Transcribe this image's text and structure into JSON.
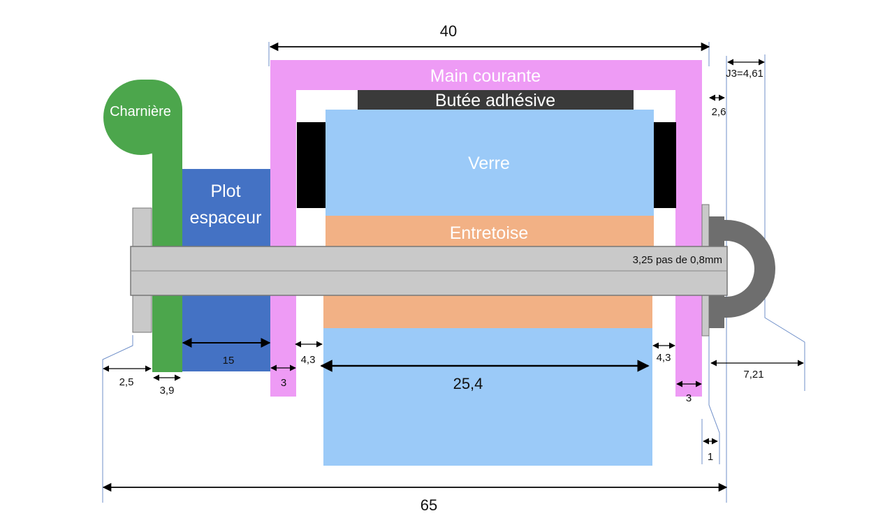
{
  "colors": {
    "charniere": "#4ca64c",
    "plot_espaceur": "#4472c4",
    "main_courante": "#ee9bf5",
    "butee_adhesive": "#3a3a3a",
    "verre": "#9bcaf8",
    "entretoise": "#f2b185",
    "axe": "#c9c9c9",
    "extension_lines": "#6f8fc9"
  },
  "parts": {
    "charniere": "Charnière",
    "plot_line1": "Plot",
    "plot_line2": "espaceur",
    "main_courante": "Main courante",
    "butee_adhesive": "Butée adhésive",
    "verre": "Verre",
    "entretoise": "Entretoise",
    "axe": "3,25 pas de 0,8mm"
  },
  "dimensions": {
    "total_main_courante": "40",
    "j3": "J3=4,61",
    "gap_right_top": "2,6",
    "plot_width": "15",
    "left_offset": "2,5",
    "charniere_thickness": "3,9",
    "mc_left_thickness": "3",
    "gap_left": "4,3",
    "glass_width": "25,4",
    "gap_right": "4,3",
    "mc_right_thickness": "3",
    "nut_right": "7,21",
    "washer": "1",
    "total_length": "65"
  }
}
